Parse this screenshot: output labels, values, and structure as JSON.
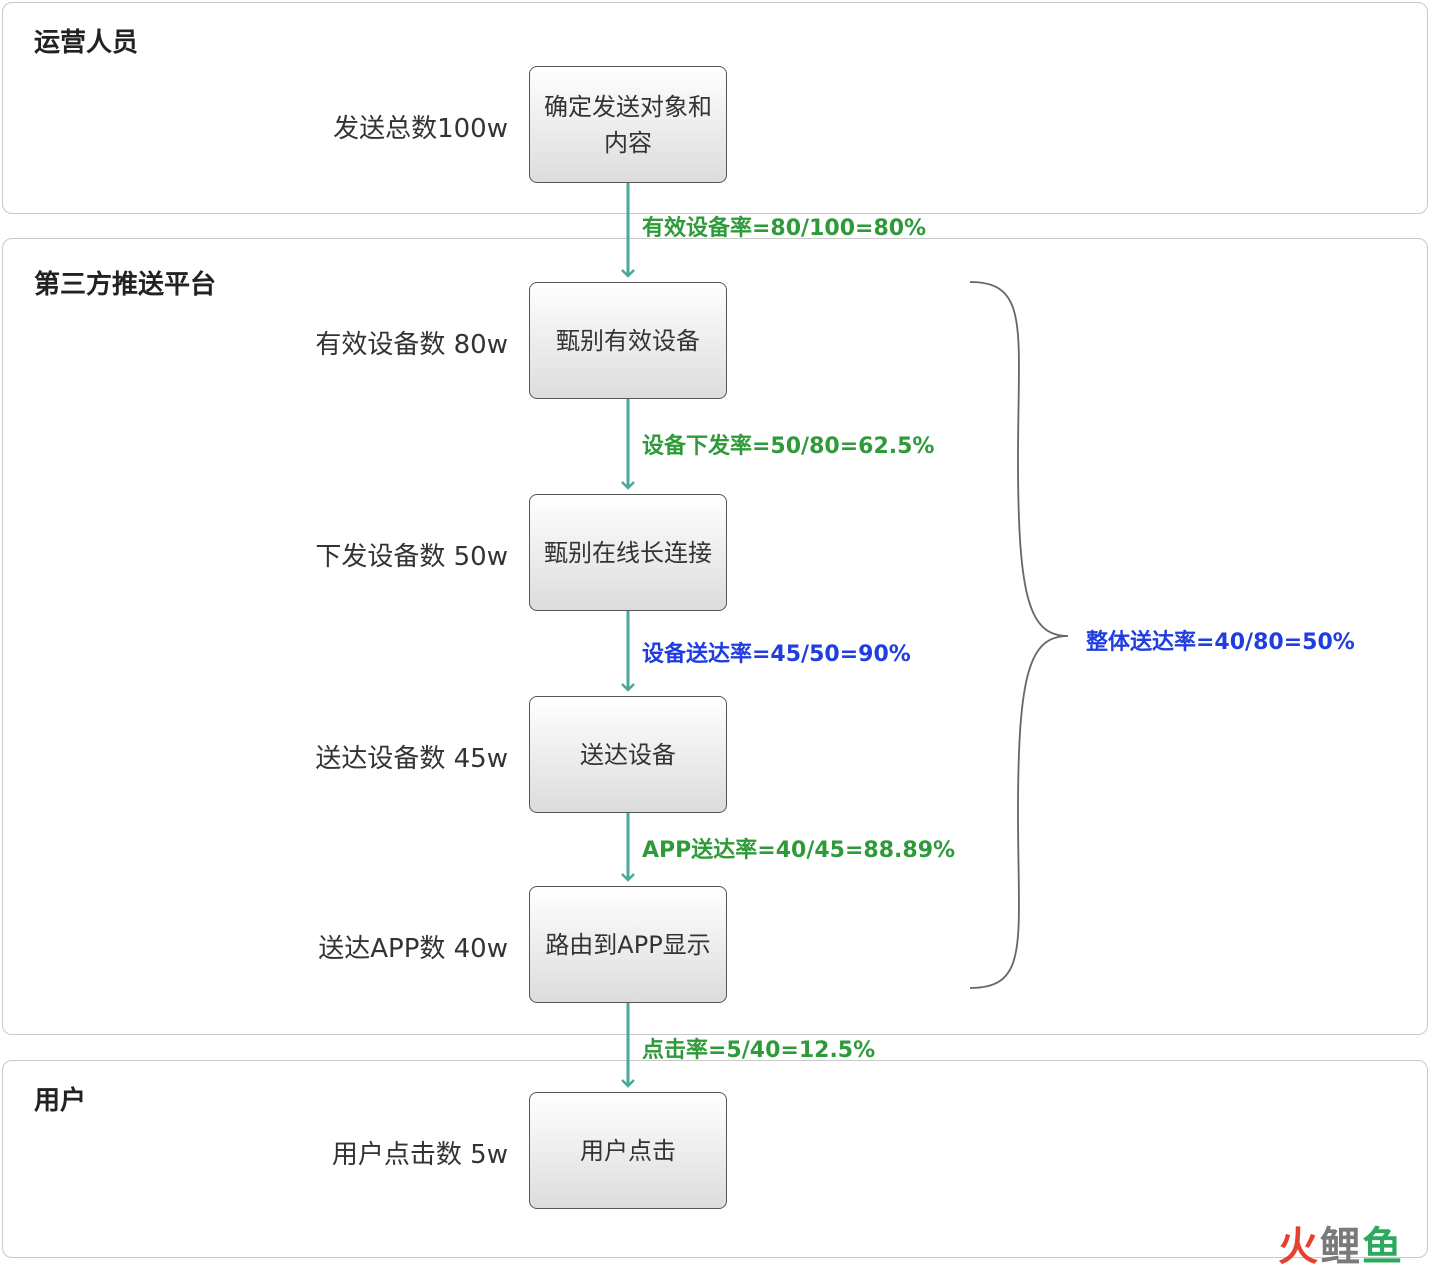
{
  "lanes": {
    "operator": "运营人员",
    "platform": "第三方推送平台",
    "user": "用户"
  },
  "nodes": {
    "n1": "确定发送对象和内容",
    "n2": "甄别有效设备",
    "n3": "甄别在线长连接",
    "n4": "送达设备",
    "n5": "路由到APP显示",
    "n6": "用户点击"
  },
  "counts": {
    "c1": "发送总数100w",
    "c2": "有效设备数 80w",
    "c3": "下发设备数 50w",
    "c4": "送达设备数 45w",
    "c5": "送达APP数 40w",
    "c6": "用户点击数 5w"
  },
  "rates": {
    "r1": "有效设备率=80/100=80%",
    "r2": "设备下发率=50/80=62.5%",
    "r3": "设备送达率=45/50=90%",
    "r4": "APP送达率=40/45=88.89%",
    "r5": "点击率=5/40=12.5%",
    "overall": "整体送达率=40/80=50%"
  },
  "watermark": {
    "w1": "火",
    "w2": "鲤",
    "w3": "鱼"
  },
  "colors": {
    "arrow": "#4aa99a",
    "green_text": "#2e9a3a",
    "blue_text": "#1f3de0",
    "brace": "#666666"
  }
}
